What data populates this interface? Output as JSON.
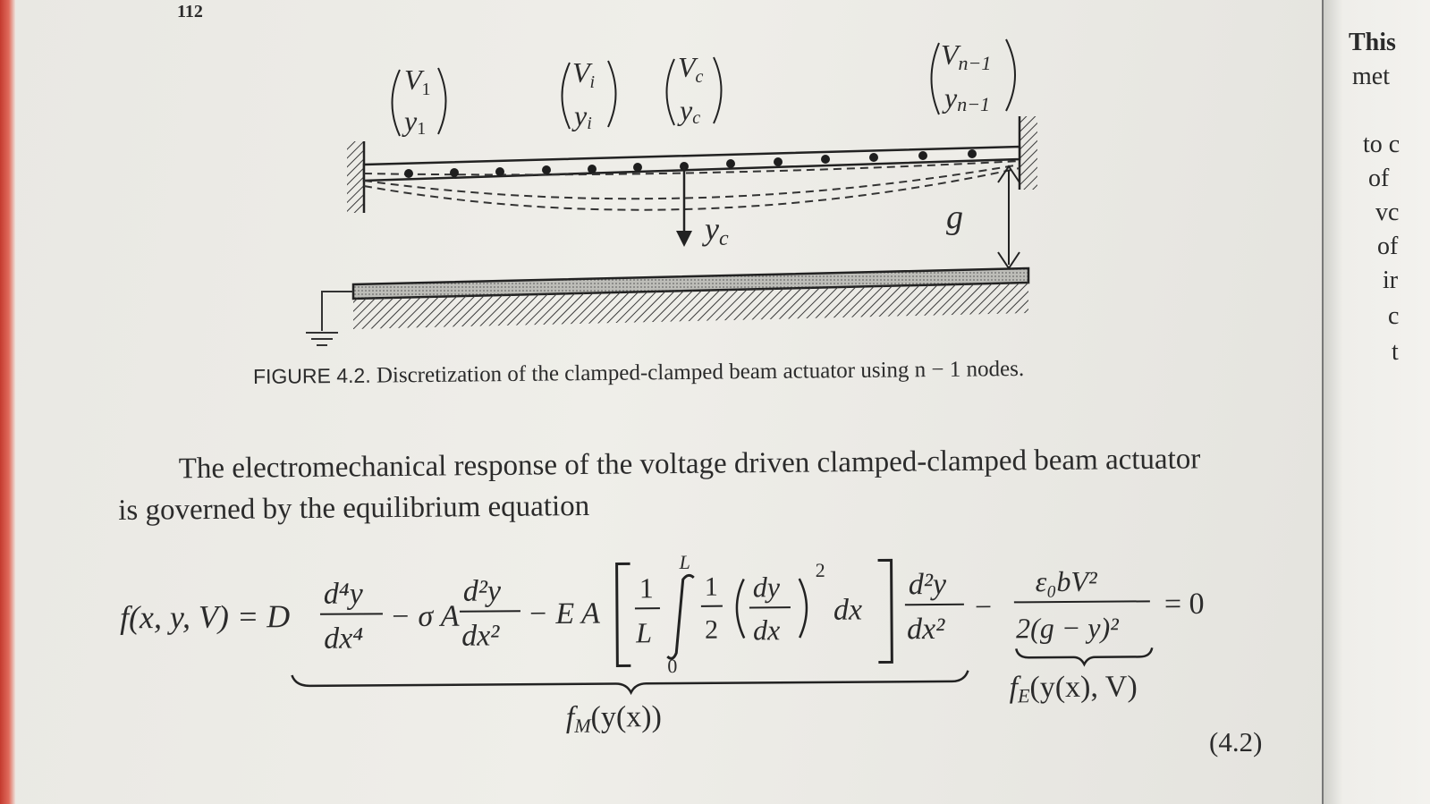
{
  "page": {
    "number": "112"
  },
  "figure": {
    "labels": {
      "v1": "V",
      "v1_sub": "1",
      "y1": "y",
      "y1_sub": "1",
      "vi": "V",
      "vi_sub": "i",
      "yi": "y",
      "yi_sub": "i",
      "vc": "V",
      "vc_sub": "c",
      "yc": "y",
      "yc_sub": "c",
      "vn": "V",
      "vn_sub": "n−1",
      "yn": "y",
      "yn_sub": "n−1",
      "deflection": "y",
      "deflection_sub": "c",
      "gap": "g"
    },
    "caption_tag": "FIGURE 4.2.",
    "caption_text": "Discretization of the clamped-clamped beam actuator using n − 1 nodes."
  },
  "paragraph": {
    "line1": "The electromechanical response of the voltage driven clamped-clamped beam actuator",
    "line2": "is governed by the equilibrium equation"
  },
  "equation": {
    "lhs": "f(x, y, V) = D",
    "d4y": "d⁴y",
    "dx4": "dx⁴",
    "sigmaA": "− σ A",
    "d2y": "d²y",
    "dx2": "dx²",
    "EA": "− E A",
    "one": "1",
    "L": "L",
    "upper": "L",
    "lower": "0",
    "half_num": "1",
    "half_den": "2",
    "dy": "dy",
    "dx": "dx",
    "sq": "2",
    "dxint": "dx",
    "d2y_b": "d²y",
    "dx2_b": "dx²",
    "minus": "−",
    "fe_num": "ε₀bV²",
    "fe_den": "2(g − y)²",
    "rhs": "= 0",
    "fm_label": "f",
    "fm_sub": "M",
    "fm_arg": "(y(x))",
    "fe_label": "f",
    "fe_sub": "E",
    "fe_arg": "(y(x), V)",
    "number": "(4.2)"
  },
  "right_page_fragments": [
    "This",
    "met",
    "to c",
    "of",
    "vc",
    "of",
    "ir",
    "c",
    "t"
  ]
}
